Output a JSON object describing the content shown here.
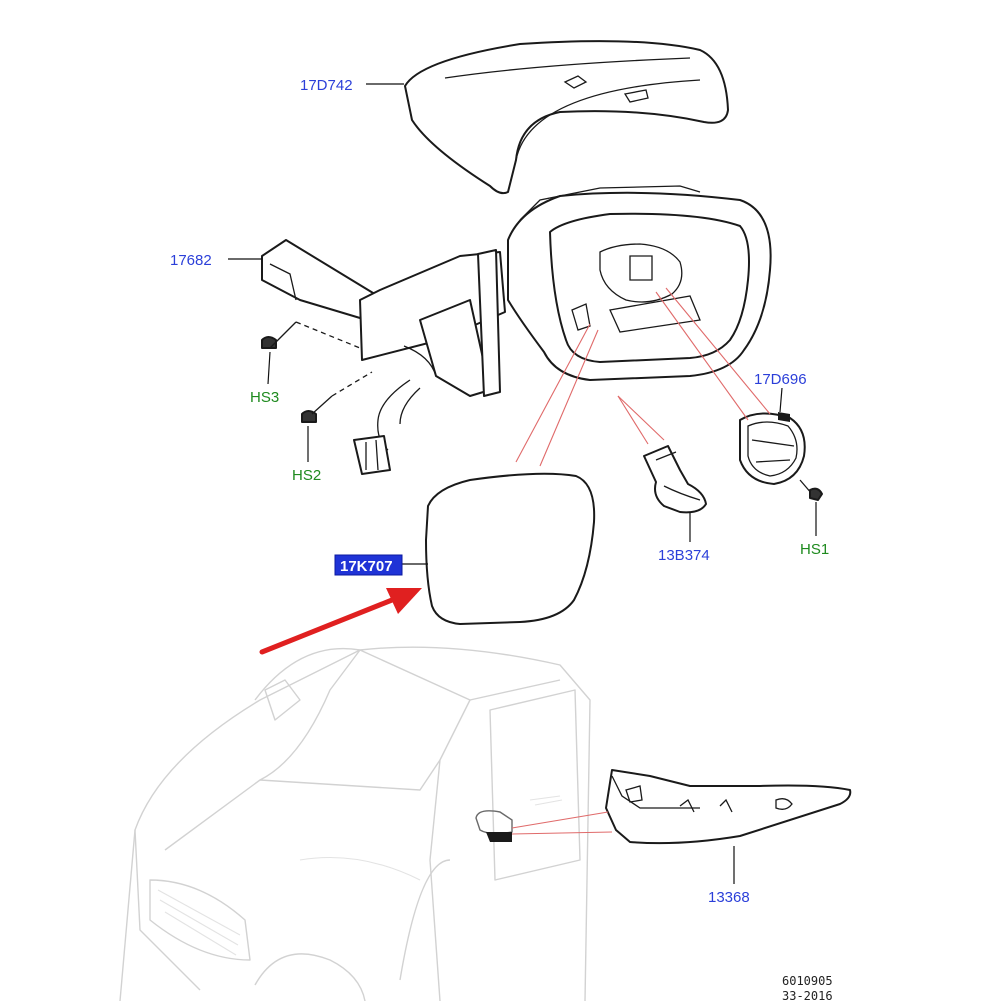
{
  "labels": {
    "cover": "17D742",
    "housing": "17682",
    "screw_hs3": "HS3",
    "screw_hs2": "HS2",
    "actuator": "17D696",
    "screw_hs1": "HS1",
    "clip": "13B374",
    "glass": "17K707",
    "indicator": "13368"
  },
  "footer": {
    "ref": "6010905",
    "date": "33-2016"
  },
  "colors": {
    "part_number": "#2b3fd9",
    "fastener": "#1e8a1e",
    "highlight_fill": "#1f33d6",
    "callout_arrow": "#e02020",
    "leader_pink": "#e06a6a"
  }
}
